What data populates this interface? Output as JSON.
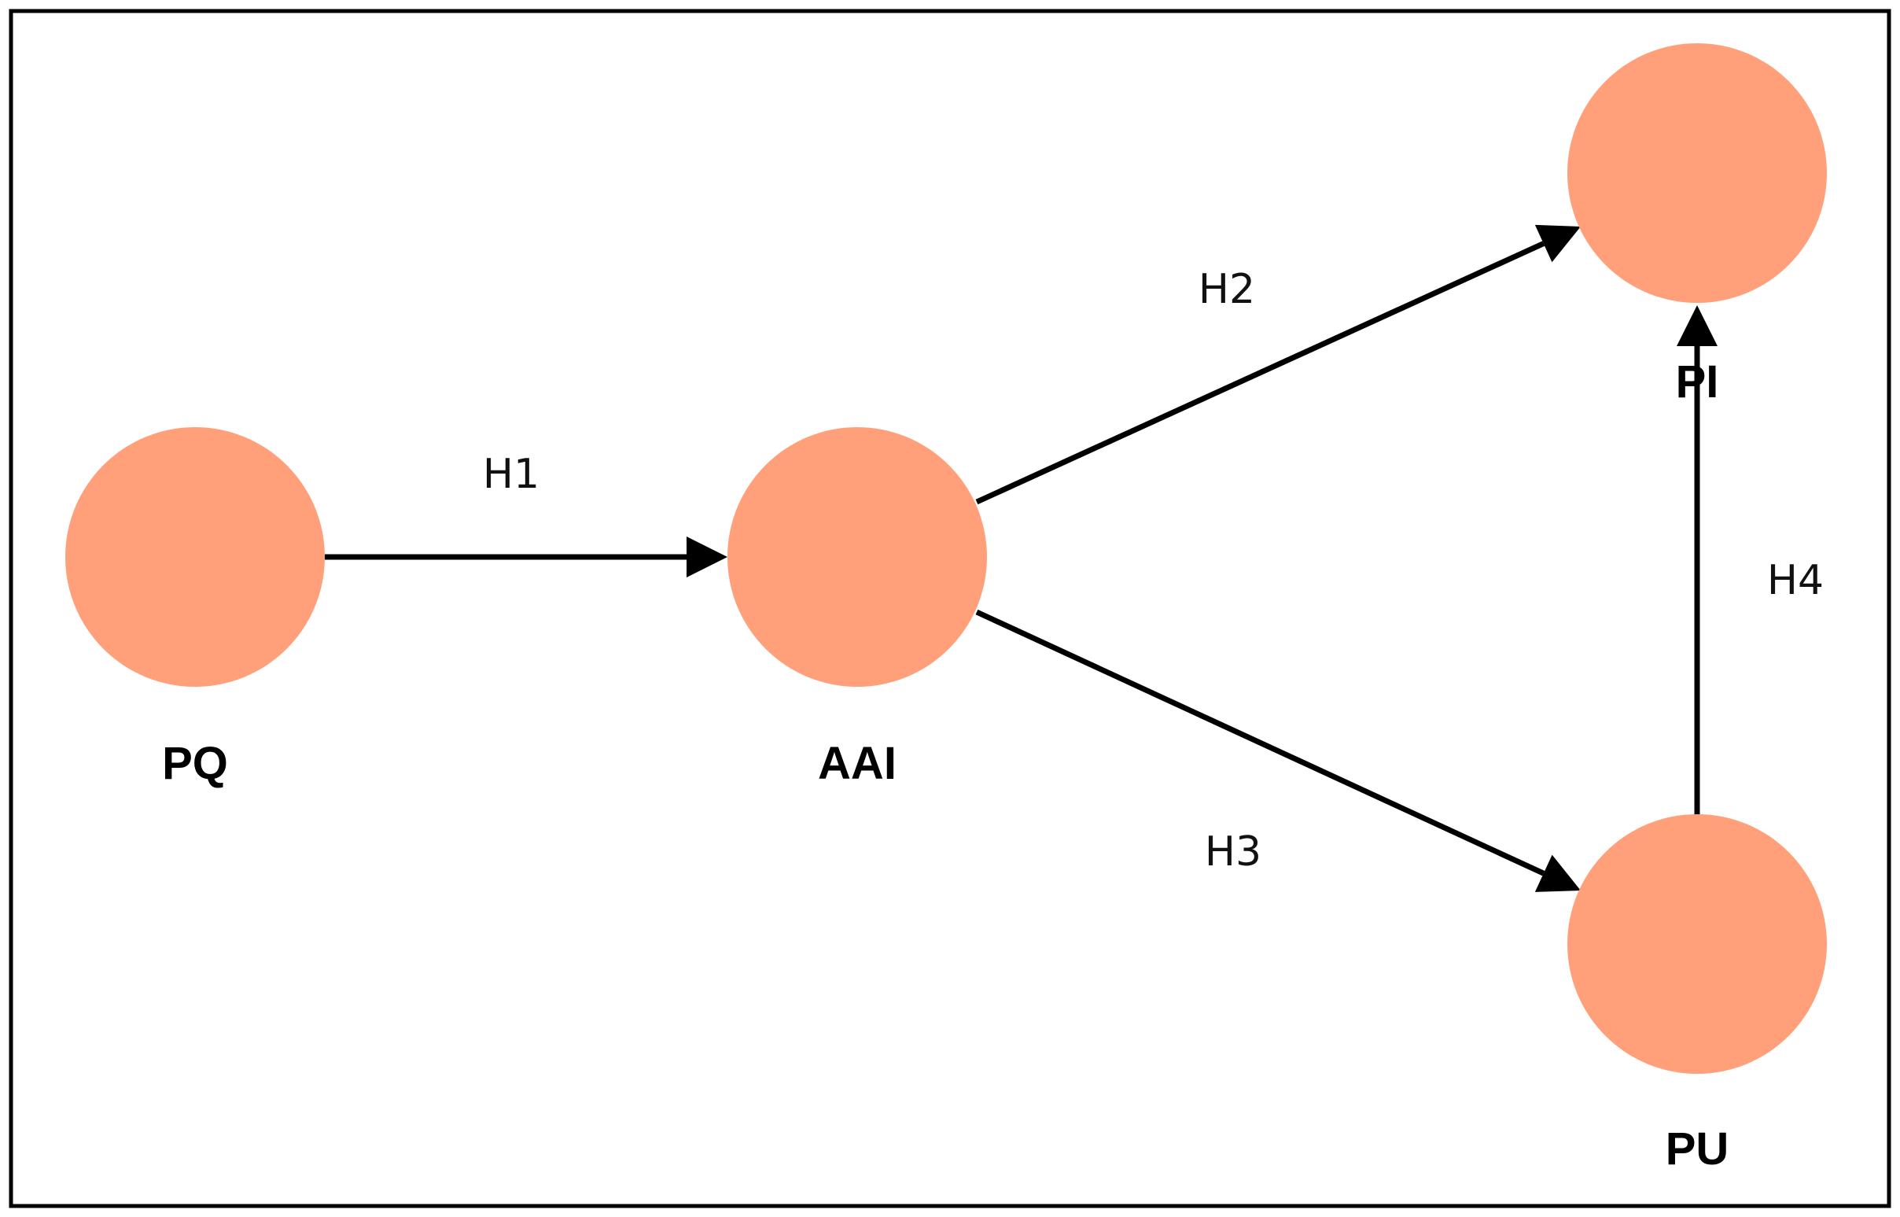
{
  "colors": {
    "node_fill": "#FFA07A",
    "edge_stroke": "#000000",
    "frame_stroke": "#000000",
    "background": "#FFFFFF"
  },
  "nodes": [
    {
      "id": "PQ",
      "label": "PQ"
    },
    {
      "id": "AAI",
      "label": "AAI"
    },
    {
      "id": "PI",
      "label": "PI"
    },
    {
      "id": "PU",
      "label": "PU"
    }
  ],
  "edges": [
    {
      "from": "PQ",
      "to": "AAI",
      "label": "H1"
    },
    {
      "from": "AAI",
      "to": "PI",
      "label": "H2"
    },
    {
      "from": "AAI",
      "to": "PU",
      "label": "H3"
    },
    {
      "from": "PU",
      "to": "PI",
      "label": "H4"
    }
  ]
}
